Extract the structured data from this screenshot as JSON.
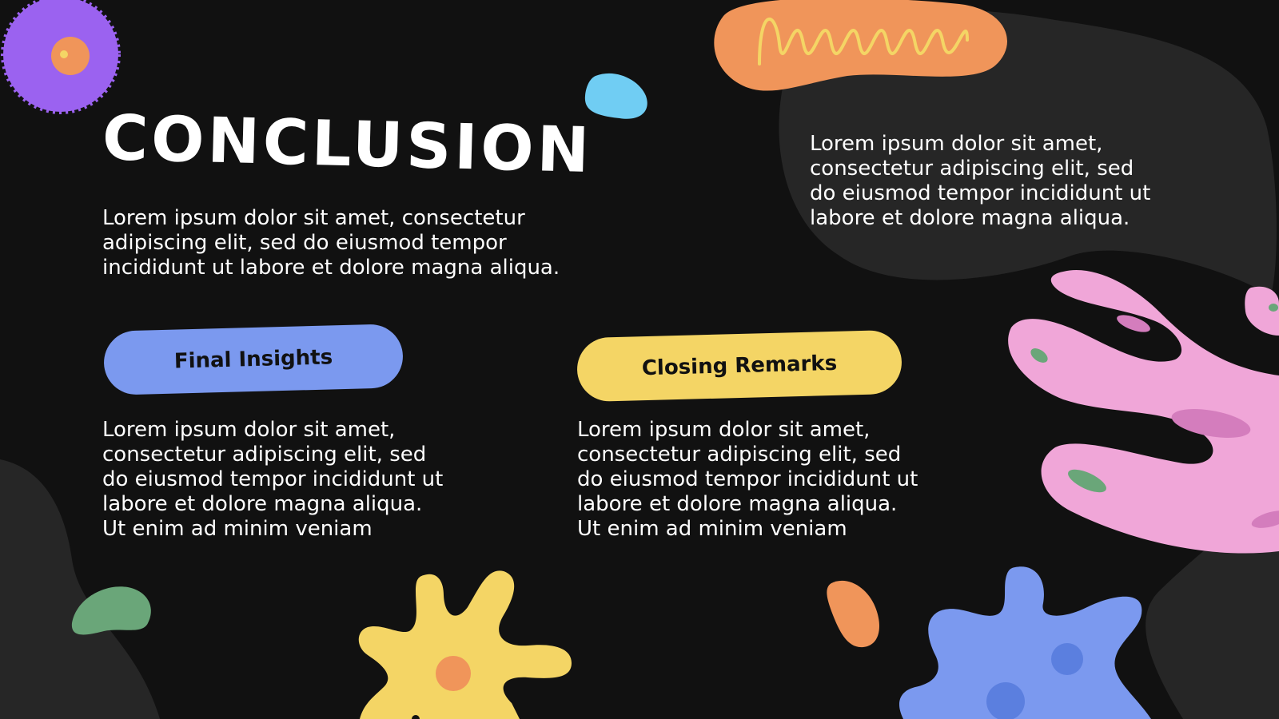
{
  "slide": {
    "title": "CONCLUSION",
    "intro": "Lorem ipsum dolor sit amet, consectetur\nadipiscing elit, sed do eiusmod tempor\nincididunt ut labore et dolore magna aliqua.",
    "side_text": "Lorem ipsum dolor sit amet,\nconsectetur adipiscing elit, sed\ndo eiusmod tempor incididunt ut\nlabore et dolore magna aliqua.",
    "sections": [
      {
        "label": "Final Insights",
        "text": "Lorem ipsum dolor sit amet,\nconsectetur adipiscing elit, sed\ndo eiusmod tempor incididunt ut\nlabore et dolore magna aliqua.\nUt enim ad minim veniam"
      },
      {
        "label": "Closing Remarks",
        "text": "Lorem ipsum dolor sit amet,\nconsectetur adipiscing elit, sed\ndo eiusmod tempor incididunt ut\nlabore et dolore magna aliqua.\nUt enim ad minim veniam"
      }
    ]
  },
  "colors": {
    "background": "#111111",
    "blob_dark": "#262626",
    "blue": "#7b99ef",
    "yellow": "#f4d565",
    "orange": "#f0955a",
    "pink": "#f0a6d8",
    "purple": "#9b62f0",
    "green": "#6aa679",
    "light_blue": "#70cdf3"
  },
  "decorations": [
    "purple-flower-icon",
    "orange-squiggle-blob-icon",
    "light-blue-drop-icon",
    "pink-coral-icon",
    "green-leaf-icon",
    "yellow-splat-icon",
    "orange-pebble-icon",
    "blue-splat-icon"
  ]
}
